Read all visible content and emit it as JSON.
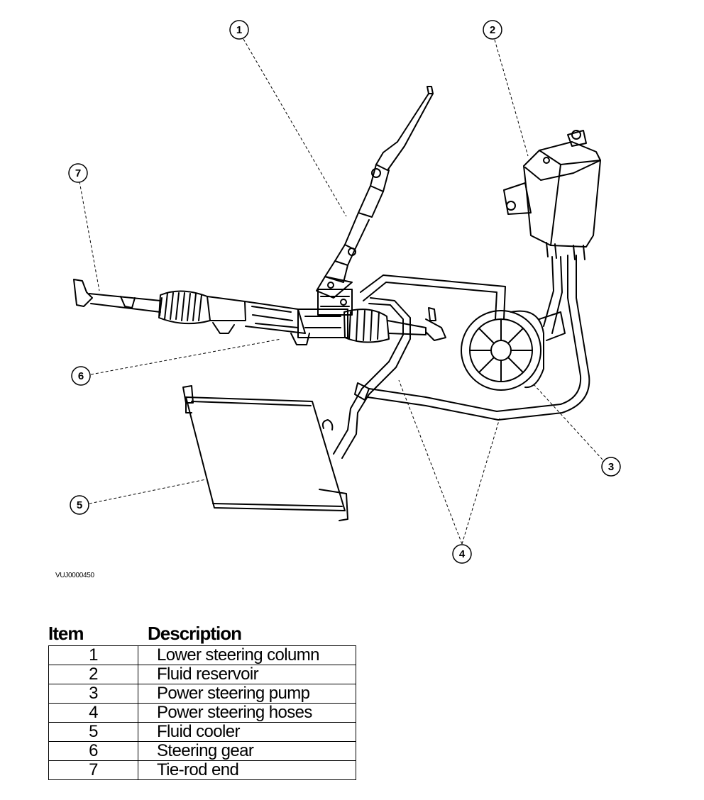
{
  "callouts": [
    "1",
    "2",
    "3",
    "4",
    "5",
    "6",
    "7"
  ],
  "figure_id": "VUJ0000450",
  "legend": {
    "header_item": "Item",
    "header_description": "Description",
    "rows": [
      {
        "item": "1",
        "description": "Lower steering column"
      },
      {
        "item": "2",
        "description": "Fluid reservoir"
      },
      {
        "item": "3",
        "description": "Power steering pump"
      },
      {
        "item": "4",
        "description": "Power steering hoses"
      },
      {
        "item": "5",
        "description": "Fluid cooler"
      },
      {
        "item": "6",
        "description": "Steering gear"
      },
      {
        "item": "7",
        "description": "Tie-rod end"
      }
    ]
  }
}
